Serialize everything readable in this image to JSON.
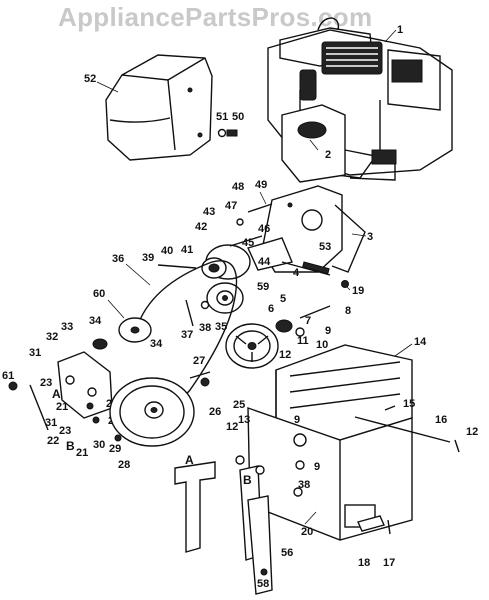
{
  "watermark": "AppliancePartsPros.com",
  "callouts": [
    {
      "id": "c1",
      "text": "1"
    },
    {
      "id": "c2",
      "text": "2"
    },
    {
      "id": "c3",
      "text": "3"
    },
    {
      "id": "c4",
      "text": "4"
    },
    {
      "id": "c5",
      "text": "5"
    },
    {
      "id": "c6",
      "text": "6"
    },
    {
      "id": "c7",
      "text": "7"
    },
    {
      "id": "c8",
      "text": "8"
    },
    {
      "id": "c9a",
      "text": "9"
    },
    {
      "id": "c9b",
      "text": "9"
    },
    {
      "id": "c9c",
      "text": "9"
    },
    {
      "id": "c10",
      "text": "10"
    },
    {
      "id": "c11",
      "text": "11"
    },
    {
      "id": "c12a",
      "text": "12"
    },
    {
      "id": "c12b",
      "text": "12"
    },
    {
      "id": "c12c",
      "text": "12"
    },
    {
      "id": "c13",
      "text": "13"
    },
    {
      "id": "c14",
      "text": "14"
    },
    {
      "id": "c15",
      "text": "15"
    },
    {
      "id": "c16",
      "text": "16"
    },
    {
      "id": "c17",
      "text": "17"
    },
    {
      "id": "c18",
      "text": "18"
    },
    {
      "id": "c19",
      "text": "19"
    },
    {
      "id": "c20",
      "text": "20"
    },
    {
      "id": "c21a",
      "text": "21"
    },
    {
      "id": "c21b",
      "text": "21"
    },
    {
      "id": "c22",
      "text": "22"
    },
    {
      "id": "c23a",
      "text": "23"
    },
    {
      "id": "c23b",
      "text": "23"
    },
    {
      "id": "c24",
      "text": "24"
    },
    {
      "id": "c25",
      "text": "25"
    },
    {
      "id": "c26",
      "text": "26"
    },
    {
      "id": "c27",
      "text": "27"
    },
    {
      "id": "c28",
      "text": "28"
    },
    {
      "id": "c29a",
      "text": "29"
    },
    {
      "id": "c29b",
      "text": "29"
    },
    {
      "id": "c30",
      "text": "30"
    },
    {
      "id": "c31a",
      "text": "31"
    },
    {
      "id": "c31b",
      "text": "31"
    },
    {
      "id": "c32",
      "text": "32"
    },
    {
      "id": "c33",
      "text": "33"
    },
    {
      "id": "c34a",
      "text": "34"
    },
    {
      "id": "c34b",
      "text": "34"
    },
    {
      "id": "c35",
      "text": "35"
    },
    {
      "id": "c36",
      "text": "36"
    },
    {
      "id": "c37",
      "text": "37"
    },
    {
      "id": "c38a",
      "text": "38"
    },
    {
      "id": "c38b",
      "text": "38"
    },
    {
      "id": "c39",
      "text": "39"
    },
    {
      "id": "c40",
      "text": "40"
    },
    {
      "id": "c41",
      "text": "41"
    },
    {
      "id": "c42",
      "text": "42"
    },
    {
      "id": "c43",
      "text": "43"
    },
    {
      "id": "c44",
      "text": "44"
    },
    {
      "id": "c45",
      "text": "45"
    },
    {
      "id": "c46",
      "text": "46"
    },
    {
      "id": "c47",
      "text": "47"
    },
    {
      "id": "c48",
      "text": "48"
    },
    {
      "id": "c49",
      "text": "49"
    },
    {
      "id": "c50",
      "text": "50"
    },
    {
      "id": "c51",
      "text": "51"
    },
    {
      "id": "c52",
      "text": "52"
    },
    {
      "id": "c53",
      "text": "53"
    },
    {
      "id": "c56",
      "text": "56"
    },
    {
      "id": "c58",
      "text": "58"
    },
    {
      "id": "c59",
      "text": "59"
    },
    {
      "id": "c60",
      "text": "60"
    },
    {
      "id": "c61",
      "text": "61"
    }
  ],
  "letters": [
    {
      "id": "lA1",
      "text": "A"
    },
    {
      "id": "lB1",
      "text": "B"
    },
    {
      "id": "lA2",
      "text": "A"
    },
    {
      "id": "lB2",
      "text": "B"
    }
  ]
}
